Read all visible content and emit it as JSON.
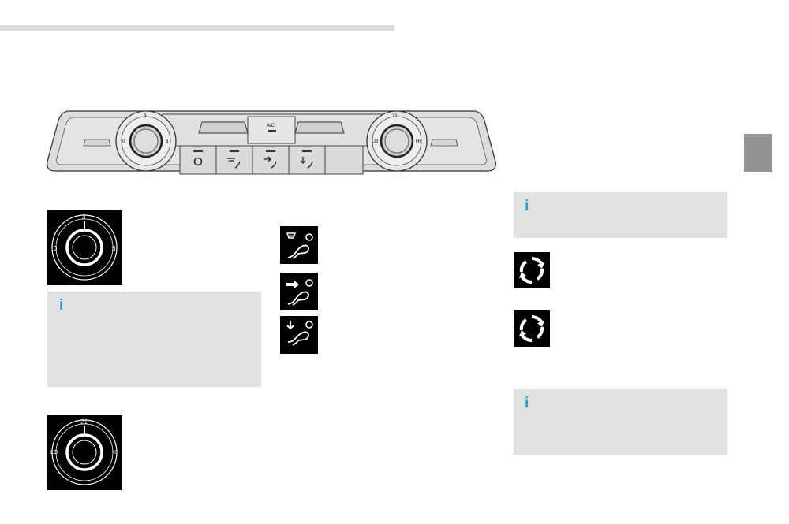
{
  "control_panel": {
    "left_knob_scale": [
      "3",
      "0",
      "6"
    ],
    "center_button_label": "A/C",
    "right_knob_scale": [
      "21",
      "LO",
      "HI"
    ]
  },
  "fan_knob_detail": {
    "scale": [
      "3",
      "0",
      "6"
    ]
  },
  "temp_knob_detail": {
    "scale": [
      "21",
      "LO",
      "HI"
    ]
  },
  "info_boxes": {
    "icon_glyph": "i"
  },
  "icons": {
    "windscreen_distribution": "windscreen-and-side-demist-icon",
    "face_distribution": "face-vents-icon",
    "feet_distribution": "footwell-vents-icon",
    "recirculation": "recirculation-icon",
    "fresh_air": "air-intake-icon"
  },
  "colors": {
    "info_accent": "#1aa3d9",
    "info_background": "#e1e1e1",
    "section_tab": "#939393"
  }
}
